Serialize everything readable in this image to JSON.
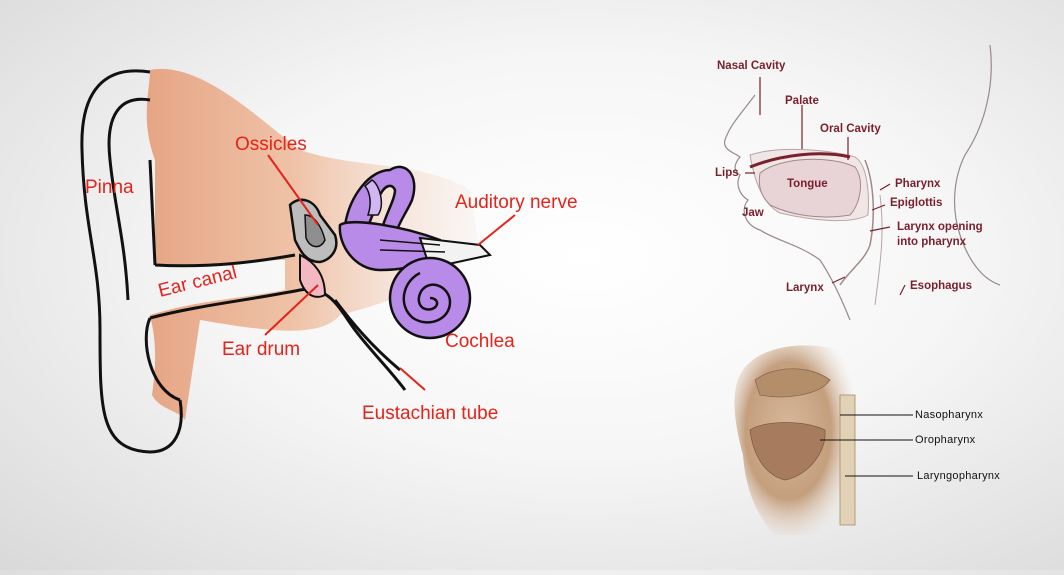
{
  "colors": {
    "ear_label": "#e3241b",
    "skin": "#e8ad8c",
    "inner_ear": "#b98be8",
    "throat_label": "#7a1f2c"
  },
  "ear_diagram": {
    "labels": {
      "pinna": "Pinna",
      "ossicles": "Ossicles",
      "auditory_nerve": "Auditory nerve",
      "ear_canal": "Ear canal",
      "ear_drum": "Ear drum",
      "cochlea": "Cochlea",
      "eustachian_tube": "Eustachian tube"
    }
  },
  "throat_diagram": {
    "labels": {
      "nasal_cavity": "Nasal Cavity",
      "palate": "Palate",
      "oral_cavity": "Oral Cavity",
      "lips": "Lips",
      "tongue": "Tongue",
      "jaw": "Jaw",
      "pharynx": "Pharynx",
      "epiglottis": "Epiglottis",
      "larynx_opening_1": "Larynx opening",
      "larynx_opening_2": "into pharynx",
      "larynx": "Larynx",
      "esophagus": "Esophagus"
    }
  },
  "pharynx_diagram": {
    "labels": {
      "nasopharynx": "Nasopharynx",
      "oropharynx": "Oropharynx",
      "laryngopharynx": "Laryngopharynx"
    }
  }
}
